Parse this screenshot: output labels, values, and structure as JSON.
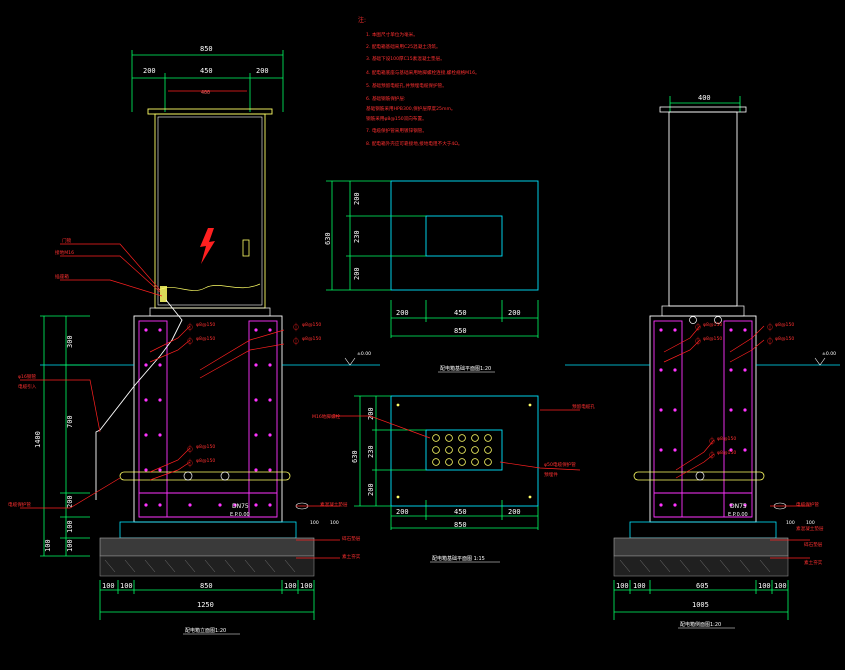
{
  "colors": {
    "background": "#000000",
    "dimension": "#00ff66",
    "outline_yellow": "#ffff66",
    "magenta": "#ff33ff",
    "cyan": "#00e5ff",
    "red": "#ff2020",
    "white": "#ffffff"
  },
  "icons": [
    "lightning-icon",
    "lock-icon",
    "rebar-symbol-icon"
  ],
  "notes_marker": "注:",
  "front_view": {
    "top_dims": [
      "850",
      "200",
      "450",
      "200"
    ],
    "door_dim": "400",
    "left_dims": [
      "300",
      "700",
      "1400",
      "200",
      "100",
      "100",
      "100"
    ],
    "bottom_dims": [
      "100",
      "100",
      "850",
      "100",
      "100",
      "1250"
    ],
    "pipe_label": "DN75",
    "pipe_sub": "E.P.0.00",
    "spec_1": "100",
    "spec_2": "100",
    "labels": {
      "lock": "门锁",
      "grounding": "接地M16",
      "breaker": "插座箱",
      "cable_left": "φ16钢管",
      "water_level": "±0.00",
      "cable_note": "电缆引入",
      "pipe_note": "电缆保护管",
      "base_note_1": "素混凝土垫层",
      "base_note_2": "碎石垫层",
      "base_note_3": "素土夯实",
      "rebar_1": "φ8@150",
      "rebar_2": "φ8@150"
    },
    "title": "配电箱立面图1:20"
  },
  "top_view": {
    "top_dims": [
      "200",
      "230",
      "200",
      "630"
    ],
    "bottom_dims": [
      "200",
      "450",
      "200",
      "850"
    ],
    "title": "配电箱基础平面图1:20"
  },
  "base_view": {
    "left_dims": [
      "200",
      "230",
      "200",
      "630"
    ],
    "bottom_dims": [
      "200",
      "450",
      "200",
      "850"
    ],
    "labels": {
      "bolt": "M16地脚螺栓",
      "holes": "预留电缆孔",
      "cable": "φ50电缆保护管",
      "note": "预埋件"
    },
    "title": "配电箱基础平面图 1:15"
  },
  "side_view": {
    "top_dim": "400",
    "pipe_label": "DN75",
    "pipe_sub": "E.P.0.00",
    "bottom_dims": [
      "100",
      "100",
      "605",
      "100",
      "100",
      "1005"
    ],
    "spec_1": "100",
    "spec_2": "100",
    "labels": {
      "water_level": "±0.00",
      "rebar_1": "φ8@150",
      "rebar_2": "φ8@150",
      "pipe_note": "电缆保护管",
      "base_note_1": "素混凝土垫层",
      "base_note_2": "碎石垫层",
      "base_note_3": "素土夯实"
    },
    "title": "配电箱侧面图1:20"
  },
  "notes": [
    "1. 本图尺寸单位为毫米。",
    "2. 配电箱基础采用C25混凝土浇筑。",
    "3. 基础下设100厚C15素混凝土垫层。",
    "4. 配电箱底座与基础采用地脚螺栓连接,螺栓规格M16。",
    "5. 基础预留电缆孔,并预埋电缆保护管。",
    "6. 基础钢筋保护层:",
    "   基础钢筋采用HPB300,保护层厚度25mm。",
    "   钢筋采用φ8@150双向布置。",
    "7. 电缆保护管采用镀锌钢管。",
    "8. 配电箱外壳应可靠接地,接地电阻不大于4Ω。"
  ]
}
